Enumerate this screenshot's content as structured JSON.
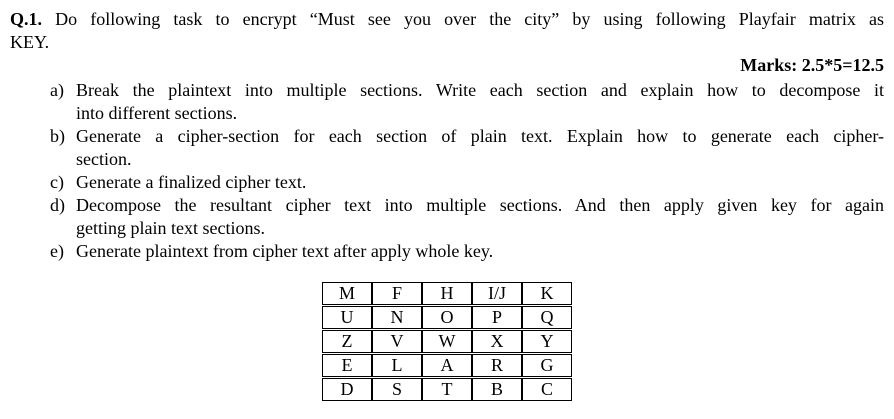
{
  "colors": {
    "text": "#000000",
    "table_border": "#000000",
    "background": "#ffffff"
  },
  "question": {
    "label": "Q.1.",
    "lines": [
      "Do following task to encrypt “Must see you over the city” by using following Playfair matrix as",
      "KEY."
    ]
  },
  "marks": "Marks: 2.5*5=12.5",
  "items": [
    {
      "marker": "a)",
      "lines": [
        "Break the plaintext into multiple sections. Write each section and explain how to decompose it",
        "into different sections."
      ]
    },
    {
      "marker": "b)",
      "lines": [
        "Generate a cipher-section for each section of plain text. Explain how to generate each cipher-",
        "section."
      ]
    },
    {
      "marker": "c)",
      "lines": [
        "Generate a finalized cipher text."
      ]
    },
    {
      "marker": "d)",
      "lines": [
        "Decompose the resultant cipher text into multiple sections. And then apply given key for again",
        "getting plain text sections."
      ]
    },
    {
      "marker": "e)",
      "lines": [
        "Generate plaintext from cipher text after apply whole key."
      ]
    }
  ],
  "matrix": {
    "rows": [
      [
        "M",
        "F",
        "H",
        "I/J",
        "K"
      ],
      [
        "U",
        "N",
        "O",
        "P",
        "Q"
      ],
      [
        "Z",
        "V",
        "W",
        "X",
        "Y"
      ],
      [
        "E",
        "L",
        "A",
        "R",
        "G"
      ],
      [
        "D",
        "S",
        "T",
        "B",
        "C"
      ]
    ]
  }
}
